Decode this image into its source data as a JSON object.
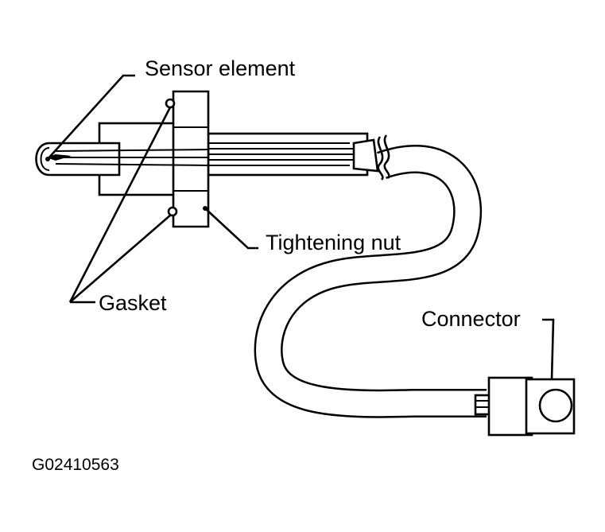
{
  "labels": {
    "sensor_element": "Sensor element",
    "tightening_nut": "Tightening nut",
    "gasket": "Gasket",
    "connector": "Connector"
  },
  "figure_code": "G02410563",
  "colors": {
    "ink": "#000000",
    "background": "#ffffff"
  }
}
